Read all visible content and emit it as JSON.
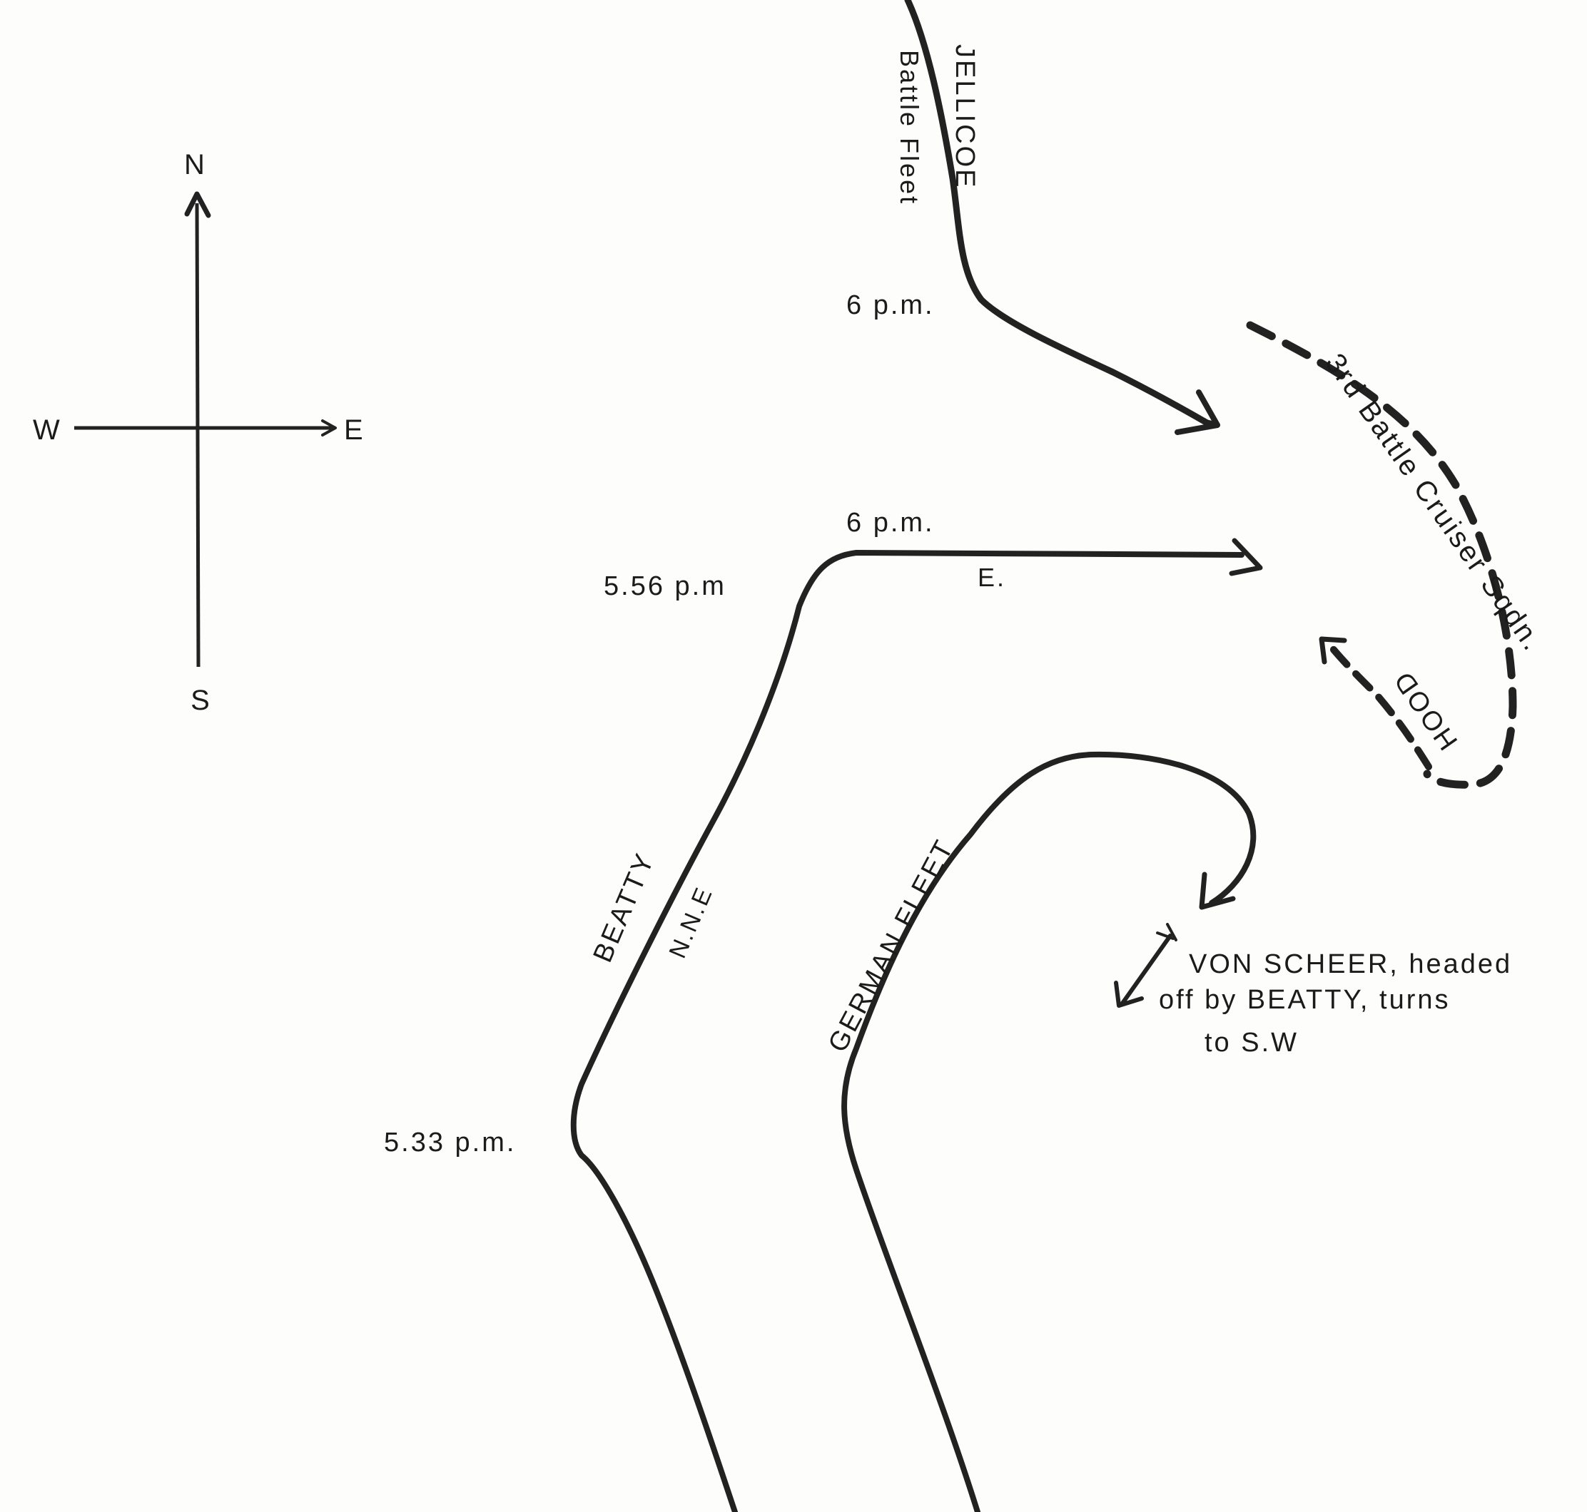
{
  "compass": {
    "north": "N",
    "south": "S",
    "east": "E",
    "west": "W"
  },
  "labels": {
    "jellicoe": "JELLICOE",
    "battle_fleet": "Battle Fleet",
    "jellicoe_time": "6 p.m.",
    "third_bc_squadron": "3rd Battle Cruiser Sqdn.",
    "hood": "HOOD",
    "beatty_time_6pm": "6 p.m.",
    "beatty_time_556": "5.56 p.m",
    "beatty_heading_east": "E.",
    "beatty": "BEATTY",
    "beatty_heading_nne": "N.N.E",
    "beatty_time_533": "5.33 p.m.",
    "german_fleet": "GERMAN FLEET",
    "von_scheer_line1": "VON SCHEER, headed",
    "von_scheer_line2": "off by BEATTY, turns",
    "von_scheer_line3": "to S.W"
  },
  "colors": {
    "ink": "#222222",
    "paper": "#fdfdfb"
  }
}
